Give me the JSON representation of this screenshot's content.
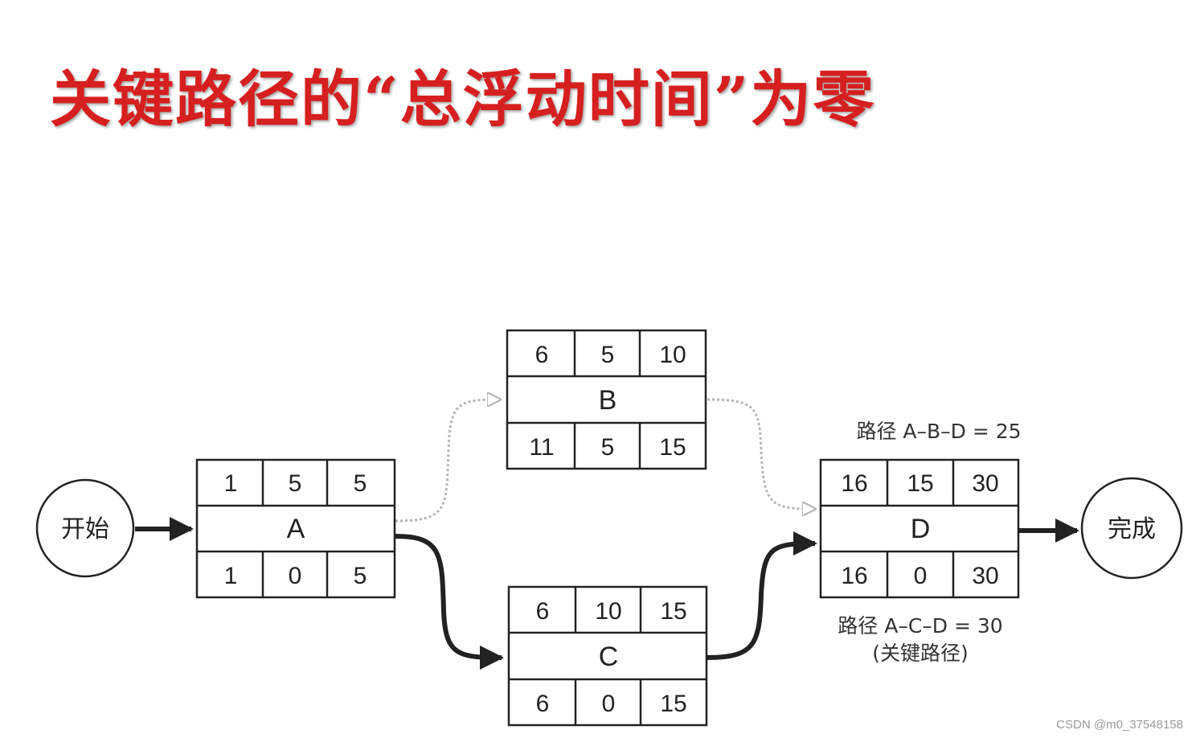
{
  "title": "关键路径的“总浮动时间”为零",
  "start_label": "开始",
  "end_label": "完成",
  "nodes": [
    {
      "id": "A",
      "name": "A",
      "top": [
        "1",
        "5",
        "5"
      ],
      "bottom": [
        "1",
        "0",
        "5"
      ]
    },
    {
      "id": "B",
      "name": "B",
      "top": [
        "6",
        "5",
        "10"
      ],
      "bottom": [
        "11",
        "5",
        "15"
      ]
    },
    {
      "id": "C",
      "name": "C",
      "top": [
        "6",
        "10",
        "15"
      ],
      "bottom": [
        "6",
        "0",
        "15"
      ]
    },
    {
      "id": "D",
      "name": "D",
      "top": [
        "16",
        "15",
        "30"
      ],
      "bottom": [
        "16",
        "0",
        "30"
      ]
    }
  ],
  "edges": [
    {
      "from": "start",
      "to": "A",
      "critical": true
    },
    {
      "from": "A",
      "to": "B",
      "critical": false
    },
    {
      "from": "B",
      "to": "D",
      "critical": false
    },
    {
      "from": "A",
      "to": "C",
      "critical": true
    },
    {
      "from": "C",
      "to": "D",
      "critical": true
    },
    {
      "from": "D",
      "to": "end",
      "critical": true
    }
  ],
  "annotations": {
    "path_abd": "路径 A–B–D = 25",
    "path_acd": "路径 A–C–D = 30",
    "critical_note": "(关键路径)"
  },
  "watermark": "CSDN @m0_37548158",
  "colors": {
    "title": "#d61f1f",
    "line": "#222222",
    "dotted": "#b5b5b5"
  }
}
